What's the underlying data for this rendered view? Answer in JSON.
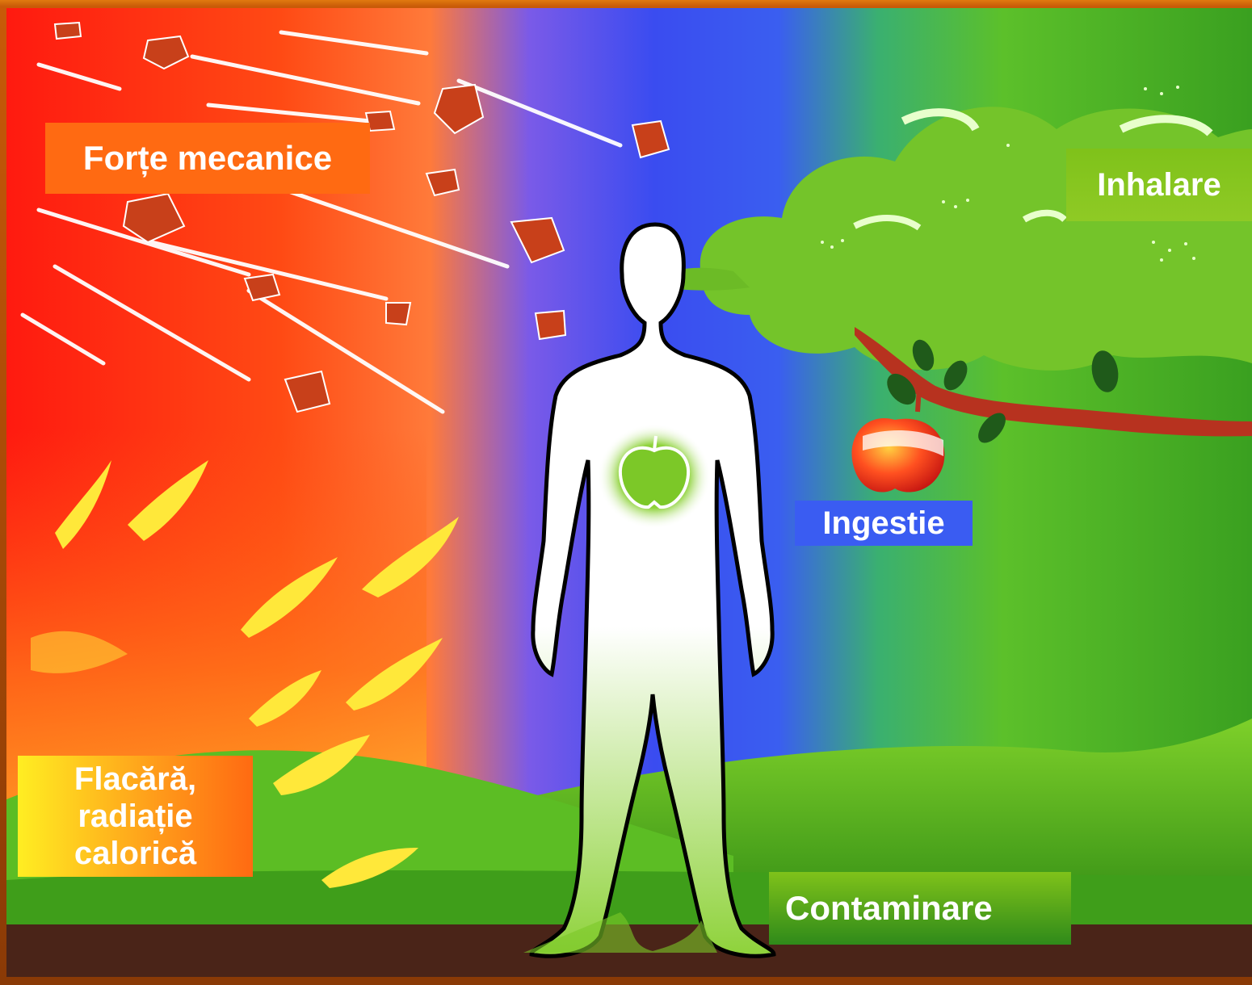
{
  "labels": {
    "mechanical_forces": "Forțe mecanice",
    "inhalation": "Inhalare",
    "ingestion": "Ingestie",
    "flame_line1": "Flacără,",
    "flame_line2": "radiație",
    "flame_line3": "calorică",
    "contamination": "Contaminare"
  },
  "icons": {
    "person": "human-silhouette-icon",
    "apple": "apple-icon",
    "cloud": "cloud-icon",
    "rocks": "rock-debris-icon",
    "flames": "flame-icon",
    "tree_branch": "tree-branch-icon"
  },
  "colors": {
    "mechanical_label_bg": "#ff6a12",
    "inhalation_label_bg": "#8fca25",
    "ingestion_label_bg": "#3a5cf2",
    "flame_label_bg": "#ffb020",
    "contamination_label_bg": "#4caa1e",
    "frame": "#c85a08"
  }
}
